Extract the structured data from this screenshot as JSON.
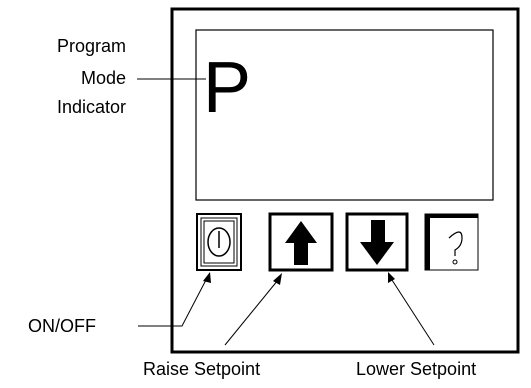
{
  "display": {
    "mode_letter": "P"
  },
  "callouts": {
    "program_mode_line1": "Program",
    "program_mode_line2": "Mode",
    "program_mode_line3": "Indicator",
    "on_off": "ON/OFF",
    "raise_setpoint": "Raise Setpoint",
    "lower_setpoint": "Lower Setpoint"
  },
  "buttons": [
    {
      "name": "on-off-button",
      "icon": "power-dial-icon"
    },
    {
      "name": "raise-setpoint-button",
      "icon": "arrow-up-icon"
    },
    {
      "name": "lower-setpoint-button",
      "icon": "arrow-down-icon"
    },
    {
      "name": "info-button",
      "icon": "question-mark-icon"
    }
  ]
}
